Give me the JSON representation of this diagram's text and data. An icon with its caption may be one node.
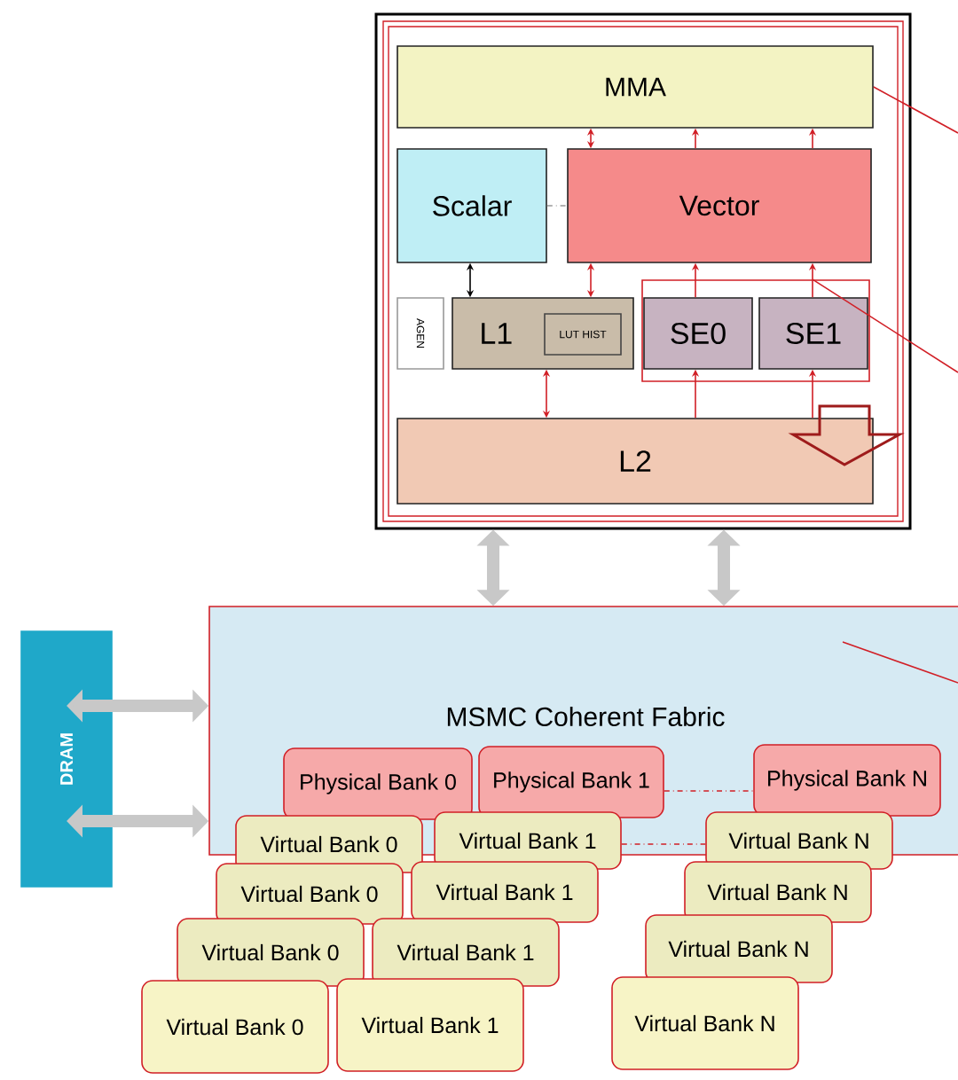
{
  "diagram": {
    "nodes": [
      {
        "text": [],
        "shape": "box"
      },
      {
        "text": [
          "MMA"
        ],
        "in": 0
      },
      {
        "text": [
          "Scalar"
        ],
        "in": 0
      },
      {
        "text": [
          "Vector"
        ],
        "in": 0
      },
      {
        "text": [
          "AGEN"
        ],
        "in": 0
      },
      {
        "text": [
          "L1"
        ],
        "in": 0
      },
      {
        "text": [
          "LUT HIST"
        ],
        "in": 5
      },
      {
        "text": [],
        "shape": "box",
        "in": 0
      },
      {
        "text": [
          "SE0"
        ],
        "in": 7
      },
      {
        "text": [
          "SE1"
        ],
        "in": 7
      },
      {
        "text": [
          "L2"
        ],
        "in": 0
      },
      {
        "text": [
          "DRAM"
        ]
      },
      {
        "text": [
          "MSMC Coherent Fabric"
        ]
      },
      {
        "text": [
          "Physical Bank 0"
        ],
        "in": 12
      },
      {
        "text": [
          "Physical Bank 1"
        ],
        "in": 12
      },
      {
        "text": [
          "Physical Bank N"
        ],
        "in": 12
      },
      {
        "text": [
          "Virtual Bank 0"
        ]
      },
      {
        "text": [
          "Virtual Bank 1"
        ]
      },
      {
        "text": [
          "Virtual Bank N"
        ]
      },
      {
        "text": [
          "Virtual Bank 0"
        ]
      },
      {
        "text": [
          "Virtual Bank 1"
        ]
      },
      {
        "text": [
          "Virtual Bank N"
        ]
      },
      {
        "text": [
          "Virtual Bank 0"
        ]
      },
      {
        "text": [
          "Virtual Bank 1"
        ]
      },
      {
        "text": [
          "Virtual Bank N"
        ]
      },
      {
        "text": [
          "Virtual Bank 0"
        ]
      },
      {
        "text": [
          "Virtual Bank 1"
        ]
      },
      {
        "text": [
          "Virtual Bank N"
        ]
      }
    ],
    "edges": [
      {
        "from": 3,
        "to": 1,
        "arrow": "both"
      },
      {
        "from": 3,
        "to": 1,
        "arrow": "to"
      },
      {
        "from": 3,
        "to": 1,
        "arrow": "to"
      },
      {
        "from": 2,
        "to": 5,
        "arrow": "both",
        "color": "#000000"
      },
      {
        "from": 3,
        "to": 5,
        "arrow": "both"
      },
      {
        "from": 8,
        "to": 3,
        "arrow": "to"
      },
      {
        "from": 9,
        "to": 3,
        "arrow": "to"
      },
      {
        "from": 5,
        "to": 10,
        "arrow": "both"
      },
      {
        "from": 10,
        "to": 8,
        "arrow": "to"
      },
      {
        "from": 10,
        "to": 9,
        "arrow": "to"
      },
      {
        "from": 2,
        "to": 3,
        "arrow": "none",
        "style": "dashed",
        "color": "#999999"
      },
      {
        "from": 11,
        "to": 12,
        "arrow": "both",
        "style": "thick",
        "color": "#c8c8c8"
      },
      {
        "from": 11,
        "to": 12,
        "arrow": "both",
        "style": "thick",
        "color": "#c8c8c8"
      },
      {
        "from": 0,
        "to": 12,
        "arrow": "both",
        "style": "thick",
        "color": "#c8c8c8"
      },
      {
        "from": 0,
        "to": 12,
        "arrow": "both",
        "style": "thick",
        "color": "#c8c8c8"
      },
      {
        "from": 14,
        "to": 15,
        "arrow": "none",
        "style": "dashed"
      },
      {
        "from": 17,
        "to": 18,
        "arrow": "none",
        "style": "dashed"
      },
      {
        "from": null,
        "to": 1,
        "arrow": "none"
      },
      {
        "from": null,
        "to": 7,
        "arrow": "none"
      },
      {
        "from": null,
        "to": 12,
        "arrow": "none"
      }
    ]
  }
}
